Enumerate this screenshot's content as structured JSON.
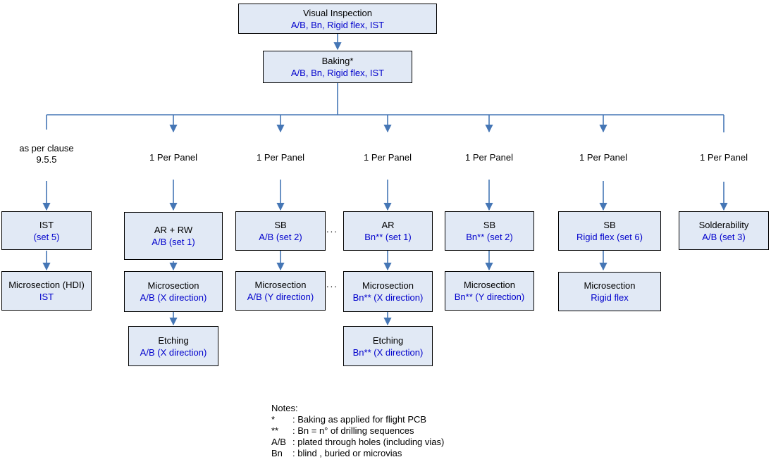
{
  "colors": {
    "accent": "#4576b5",
    "box_fill": "#e1e9f5",
    "blue_text": "#0000cc",
    "black_text": "#000000",
    "box_border": "#000000"
  },
  "diagram": {
    "root": {
      "title": "Visual Inspection",
      "subtitle": "A/B, Bn, Rigid flex, IST"
    },
    "baking": {
      "title": "Baking*",
      "subtitle": "A/B, Bn, Rigid flex, IST"
    },
    "ellipsis": "...",
    "columns": [
      {
        "label_line1": "as per clause",
        "label_line2": "9.5.5",
        "boxes": [
          {
            "title": "IST",
            "subtitle": "(set 5)"
          },
          {
            "title": "Microsection (HDI)",
            "subtitle": "IST"
          }
        ]
      },
      {
        "label_line1": "1 Per Panel",
        "boxes": [
          {
            "title": "AR + RW",
            "subtitle": "A/B (set 1)"
          },
          {
            "title": "Microsection",
            "subtitle": "A/B (X direction)"
          },
          {
            "title": "Etching",
            "subtitle": "A/B (X direction)"
          }
        ]
      },
      {
        "label_line1": "1 Per Panel",
        "boxes": [
          {
            "title": "SB",
            "subtitle": "A/B (set 2)"
          },
          {
            "title": "Microsection",
            "subtitle": "A/B (Y direction)"
          }
        ]
      },
      {
        "label_line1": "1 Per Panel",
        "boxes": [
          {
            "title": "AR",
            "subtitle": "Bn** (set 1)"
          },
          {
            "title": "Microsection",
            "subtitle": "Bn** (X direction)"
          },
          {
            "title": "Etching",
            "subtitle": "Bn** (X direction)"
          }
        ]
      },
      {
        "label_line1": "1 Per Panel",
        "boxes": [
          {
            "title": "SB",
            "subtitle": "Bn** (set 2)"
          },
          {
            "title": "Microsection",
            "subtitle": "Bn** (Y direction)"
          }
        ]
      },
      {
        "label_line1": "1 Per Panel",
        "boxes": [
          {
            "title": "SB",
            "subtitle": "Rigid flex (set 6)"
          },
          {
            "title": "Microsection",
            "subtitle": "Rigid flex"
          }
        ]
      },
      {
        "label_line1": "1 Per Panel",
        "boxes": [
          {
            "title": "Solderability",
            "subtitle": "A/B (set 3)"
          }
        ]
      }
    ],
    "notes": {
      "header": "Notes:",
      "rows": [
        {
          "sym": "*",
          "text": ": Baking as applied for flight PCB"
        },
        {
          "sym": "**",
          "text": ":  Bn = n° of drilling sequences"
        },
        {
          "sym": "A/B",
          "text": ": plated through holes  (including vias)"
        },
        {
          "sym": "Bn",
          "text": ": blind , buried or microvias"
        }
      ]
    }
  }
}
